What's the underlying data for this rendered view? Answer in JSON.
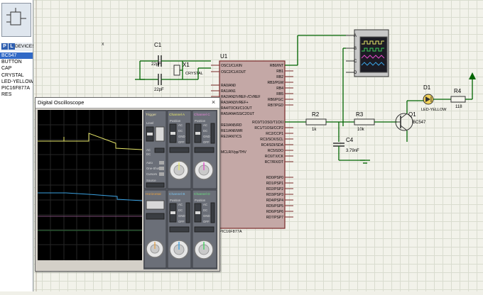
{
  "sidebar": {
    "mode_p": "P",
    "mode_l": "L",
    "devices_label": "DEVICES",
    "items": [
      "BC547",
      "BUTTON",
      "CAP",
      "CRYSTAL",
      "LED-YELLOW",
      "PIC16F877A",
      "RES"
    ],
    "selected_index": 0
  },
  "schematic": {
    "c1": {
      "ref": "C1",
      "value": "22pF"
    },
    "c2": {
      "value": "22pF"
    },
    "x1": {
      "ref": "X1",
      "value": "CRYSTAL"
    },
    "u1": {
      "ref": "U1",
      "part": "PIC16F877A"
    },
    "u1_left_pins": [
      "OSC1/CLKIN",
      "OSC2/CLKOUT",
      "RA0/AN0",
      "RA1/AN1",
      "RA2/AN2/VREF-/CVREF",
      "RA3/AN3/VREF+",
      "RA4/T0CKI/C1OUT",
      "RA5/AN4/SS/C2OUT",
      "RE0/AN5/RD",
      "RE1/AN6/WR",
      "RE2/AN7/CS",
      "MCLR/Vpp/THV"
    ],
    "u1_right_pins": [
      "RB0/INT",
      "RB1",
      "RB2",
      "RB3/PGM",
      "RB4",
      "RB5",
      "RB6/PGC",
      "RB7/PGD",
      "RC0/T1OSO/T1CKI",
      "RC1/T1OSI/CCP2",
      "RC2/CCP1",
      "RC3/SCK/SCL",
      "RC4/SDI/SDA",
      "RC5/SDO",
      "RC6/TX/CK",
      "RC7/RX/DT",
      "RD0/PSP0",
      "RD1/PSP1",
      "RD2/PSP2",
      "RD3/PSP3",
      "RD4/PSP4",
      "RD5/PSP5",
      "RD6/PSP6",
      "RD7/PSP7"
    ],
    "osc_instrument_channels": [
      "A",
      "B",
      "C",
      "D"
    ],
    "r2": {
      "ref": "R2",
      "value": "1k"
    },
    "r3": {
      "ref": "R3",
      "value": "10k"
    },
    "r4": {
      "ref": "R4",
      "value": "118"
    },
    "c4": {
      "ref": "C4",
      "value": "3.79nF"
    },
    "q1": {
      "ref": "Q1",
      "part": "BC547"
    },
    "d1": {
      "ref": "D1",
      "part": "LED-YELLOW"
    },
    "mark_x": "x"
  },
  "oscilloscope": {
    "title": "Digital Oscilloscope",
    "close": "×",
    "trigger_label": "Trigger",
    "channel_a": "Channel A",
    "channel_b": "Channel B",
    "channel_c": "Channel C",
    "channel_d": "Channel D",
    "horizontal_label": "Horizontal",
    "level": "Level",
    "ac": "AC",
    "dc": "DC",
    "gnd": "GND",
    "off": "OFF",
    "position": "Position",
    "auto": "Auto",
    "one_shot": "One-Shot",
    "cursors": "Cursors",
    "source": "Source",
    "colors": {
      "a": "#e8e86a",
      "b": "#3aa0e0",
      "c": "#e14bc8",
      "d": "#3dd05a"
    }
  }
}
